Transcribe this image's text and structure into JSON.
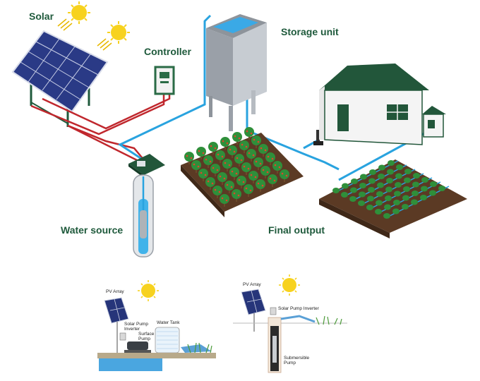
{
  "labels": {
    "solar": "Solar",
    "controller": "Controller",
    "storage_unit": "Storage unit",
    "water_source": "Water source",
    "final_output": "Final output"
  },
  "inset_left": {
    "pv_array": "PV Array",
    "inverter": "Solar Pump\nInverter",
    "surface_pump": "Surface\nPump",
    "water_tank": "Water Tank"
  },
  "inset_right": {
    "pv_array": "PV Array",
    "inverter": "Solar Pump Inverter",
    "submersible_pump": "Submersible\nPump"
  },
  "colors": {
    "label_green": "#1f5a3c",
    "pipe_blue": "#29a3df",
    "wire_red": "#c0272d",
    "soil_brown": "#5b3a24",
    "panel_blue": "#26357a",
    "house_green": "#22563a"
  }
}
